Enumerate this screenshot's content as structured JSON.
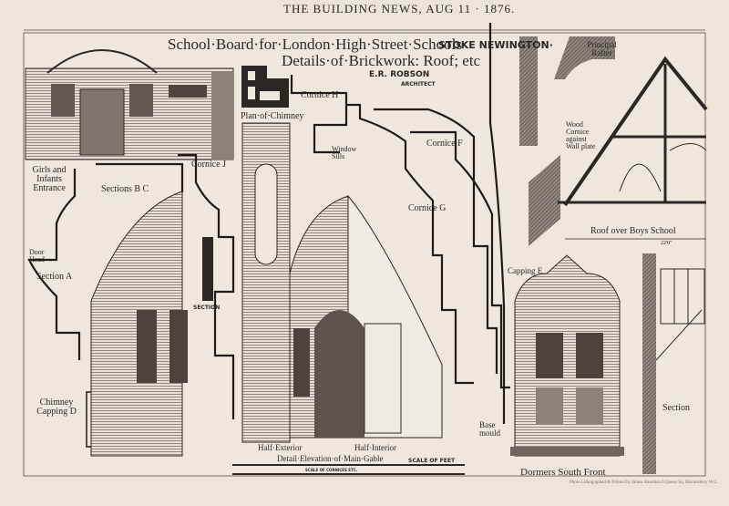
{
  "header": {
    "publication": "THE BUILDING NEWS, AUG 11 · 1876."
  },
  "title": {
    "line1": "School·Board·for·London·High·Street·Schools",
    "location": "STOKE NEWINGTON·",
    "line2": "Details·of·Brickwork: Roof; etc",
    "architect": "E.R. ROBSON",
    "architect_role": "ARCHITECT"
  },
  "labels": {
    "plan_chimney": "Plan·of·Chimney",
    "cornice_h": "Cornice H",
    "cornice_j": "Cornice J",
    "window_sills": "Window Sills",
    "cornice_f": "Cornice F",
    "cornice_g": "Cornice G",
    "girls_entrance": "Girls and Infants Entrance",
    "sections_bc": "Sections B C",
    "door_head": "Door Head",
    "section_a": "Section A",
    "chimney_capping": "Chimney Capping D",
    "section_mark": "SECTION",
    "principal_rafter": "Principal Rafter",
    "wood_cornice": "Wood Cornice against Wall plate",
    "roof_boys": "Roof over Boys School",
    "roof_span": "22'0\"",
    "capping_e": "Capping E",
    "base_mould": "Base mould",
    "half_exterior": "Half·Exterior",
    "half_interior": "Half·Interior",
    "gable_title": "Detail·Elevation·of·Main·Gable",
    "scale_feet": "SCALE OF FEET",
    "scale_cornices": "SCALE OF CORNICES ETC.",
    "dormers": "Dormers South Front",
    "section_right": "Section",
    "printer_credit": "Photo Lithographed & Printed by James Akerman 6 Queen Sq. Bloomsbury W.C."
  },
  "colors": {
    "paper": "#ebe4d7",
    "ink": "#2b2723"
  }
}
